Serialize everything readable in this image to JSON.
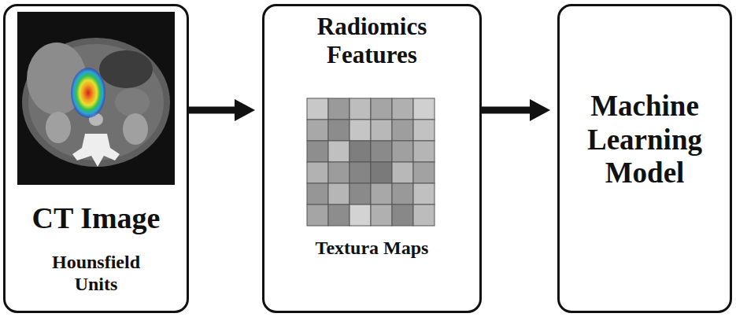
{
  "diagram": {
    "nodes": [
      {
        "text": [
          "CT Image",
          "Hounsfield Units"
        ]
      },
      {
        "text": [
          "Radiomics Features",
          "Textura Maps"
        ]
      },
      {
        "text": [
          "Machine Learning Model"
        ]
      }
    ],
    "edges": [
      {
        "from": 0,
        "to": 1,
        "arrow": "to"
      },
      {
        "from": 1,
        "to": 2,
        "arrow": "to"
      }
    ]
  }
}
